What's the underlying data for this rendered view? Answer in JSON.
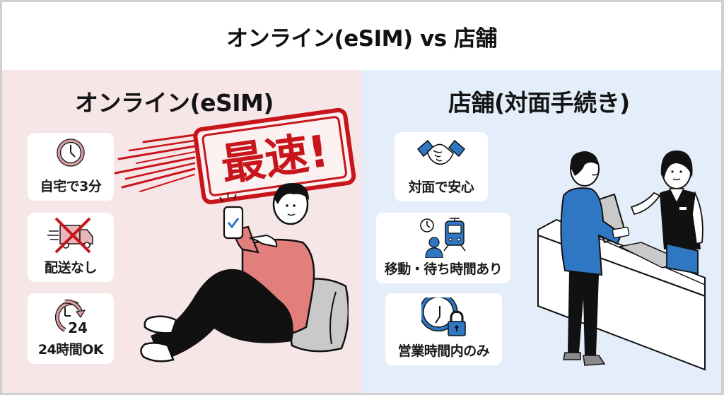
{
  "title": "オンライン(eSIM) vs 店舗",
  "colors": {
    "left_bg": "#f7e6e7",
    "right_bg": "#e3eefa",
    "accent_red": "#c8151b",
    "accent_pink": "#d99aa0",
    "accent_blue": "#2f77c2",
    "card_bg": "#ffffff"
  },
  "online": {
    "heading": "オンライン(eSIM)",
    "stamp_text": "最速!",
    "features": [
      {
        "icon": "clock-icon",
        "label": "自宅で3分"
      },
      {
        "icon": "no-delivery-truck-icon",
        "label": "配送なし"
      },
      {
        "icon": "24-hour-clock-icon",
        "label": "24時間OK",
        "icon_text": "24"
      }
    ],
    "illustration": "person-relaxing-with-smartphone-checkmark"
  },
  "store": {
    "heading": "店舗(対面手続き)",
    "features": [
      {
        "icon": "handshake-icon",
        "label": "対面で安心"
      },
      {
        "icon": "person-clock-train-icon",
        "label": "移動・待ち時間あり"
      },
      {
        "icon": "clock-lock-icon",
        "label": "営業時間内のみ"
      }
    ],
    "illustration": "customer-at-store-counter-with-clerk"
  }
}
